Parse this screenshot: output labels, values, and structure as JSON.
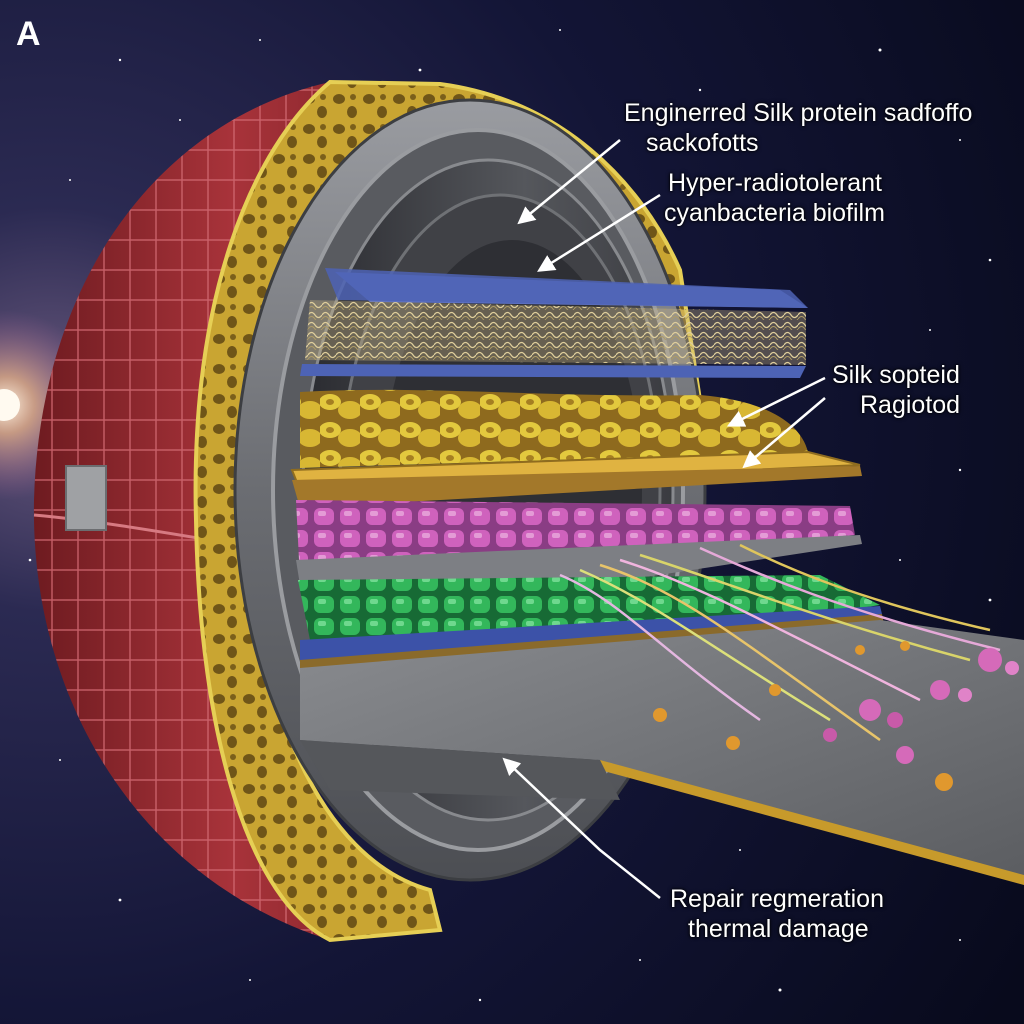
{
  "panel": {
    "letter": "A"
  },
  "labels": {
    "silk_scaffold": {
      "line1": "Enginerred Silk protein sadfoffo",
      "line2": "sackofotts"
    },
    "biofilm": {
      "line1": "Hyper-radiotolerant",
      "line2": "cyanbacteria biofilm"
    },
    "silk_sopteid": {
      "line1": "Silk sopteid",
      "line2": "Ragiotod"
    },
    "repair": {
      "line1": "Repair regmeration",
      "line2": "thermal damage"
    }
  },
  "colors": {
    "background": "#0b0d24",
    "shell_red": "#9b2a2e",
    "foam_yellow": "#d8b83a",
    "blue_layer": "#4d63b5",
    "mesh_tan": "#cdbb86",
    "pink_layer": "#c95bb4",
    "green_layer": "#2fae55",
    "metal_gray": "#7d7f84"
  },
  "icons": [
    "star-icon",
    "arrow-icon"
  ]
}
